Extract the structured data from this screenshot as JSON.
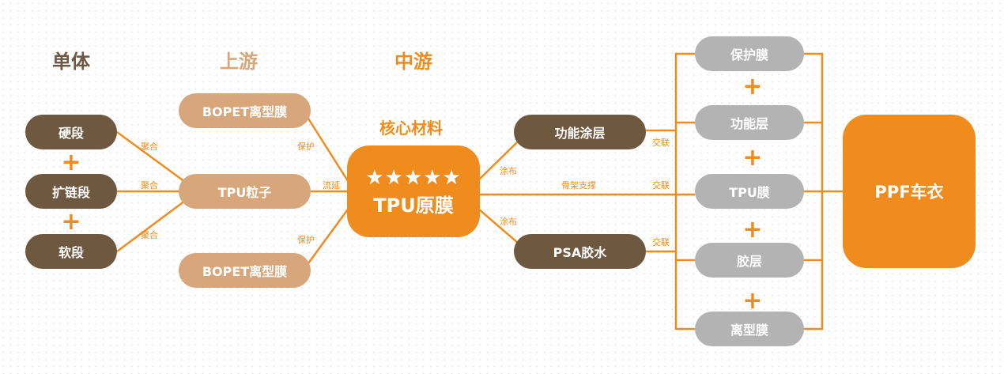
{
  "headings": {
    "monomer": "单体",
    "upstream": "上游",
    "midstream": "中游",
    "core": "核心材料"
  },
  "monomers": [
    "硬段",
    "扩链段",
    "软段"
  ],
  "upstream": [
    "BOPET离型膜",
    "TPU粒子",
    "BOPET离型膜"
  ],
  "core": {
    "stars": "★★★★★",
    "label": "TPU原膜"
  },
  "midstream": [
    "功能涂层",
    "PSA胶水"
  ],
  "layers": [
    "保护膜",
    "功能层",
    "TPU膜",
    "胶层",
    "离型膜"
  ],
  "product": "PPF车衣",
  "edge_labels": {
    "polymerize": "聚合",
    "protect": "保护",
    "cast": "流延",
    "coat": "涂布",
    "skeleton": "骨架支撑",
    "crosslink": "交联"
  },
  "plus": "+",
  "colors": {
    "orange": "#f08c1e",
    "brown": "#6f5840",
    "tan": "#d7a67a",
    "gray": "#b3b3b3"
  }
}
